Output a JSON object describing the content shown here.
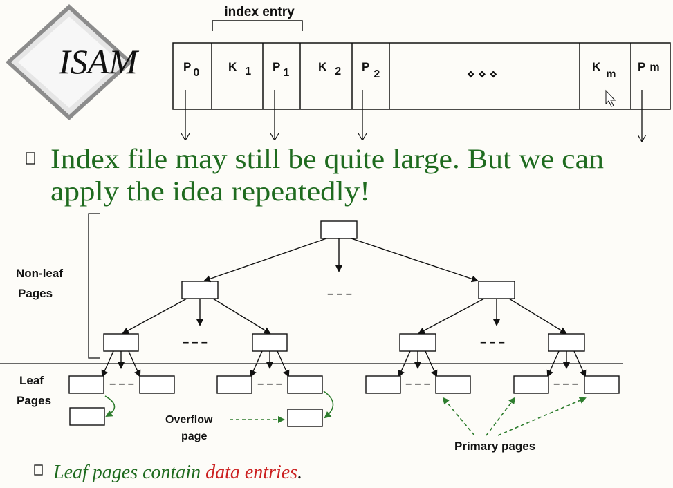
{
  "title": "ISAM",
  "index_entry_label": "index entry",
  "index_node": {
    "cells": [
      {
        "main": "P",
        "sub": "0"
      },
      {
        "main": "K",
        "sub": "1"
      },
      {
        "main": "P",
        "sub": "1"
      },
      {
        "main": "K",
        "sub": "2"
      },
      {
        "main": "P",
        "sub": "2"
      },
      {
        "main": "⋄  ⋄  ⋄",
        "sub": ""
      },
      {
        "main": "K",
        "sub": "m"
      },
      {
        "main": "P",
        "sub": "m"
      }
    ]
  },
  "bullet1": {
    "line1": "Index file may still be quite large.  But we can",
    "line2": "apply the idea repeatedly!"
  },
  "tree": {
    "nonleaf_label_line1": "Non-leaf",
    "nonleaf_label_line2": "Pages",
    "leaf_label_line1": "Leaf",
    "leaf_label_line2": "Pages",
    "ellipsis": "– – –",
    "overflow_label_line1": "Overflow",
    "overflow_label_line2": "page",
    "primary_label": "Primary pages"
  },
  "bullet2": {
    "prefix": "Leaf pages contain ",
    "highlight": "data entries",
    "suffix": "."
  },
  "colors": {
    "green_text": "#1f6b1f",
    "red_highlight": "#cc2222",
    "dashed_arrow": "#2e7d2e"
  }
}
